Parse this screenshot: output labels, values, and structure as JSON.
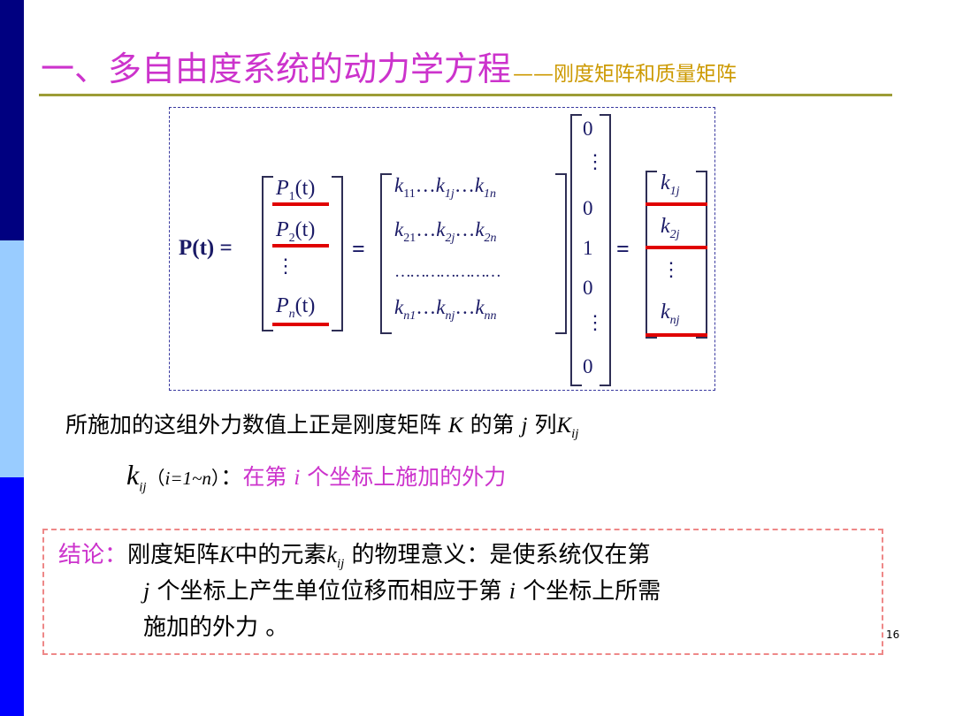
{
  "slide": {
    "title_main": "一、多自由度系统的动力学方程",
    "title_sub": "——刚度矩阵和质量矩阵",
    "page_number": "16"
  },
  "equation": {
    "lhs": "P(t) =",
    "eq1": "=",
    "eq2": "=",
    "p_vector": [
      {
        "base": "P",
        "sub": "1",
        "arg": "(t)"
      },
      {
        "base": "P",
        "sub": "2",
        "arg": "(t)"
      },
      {
        "base": "P",
        "sub": "n",
        "arg": "(t)"
      }
    ],
    "k_matrix_rows": [
      [
        "k",
        "11",
        "…",
        "k",
        "1j",
        "…",
        "k",
        "1n"
      ],
      [
        "k",
        "21",
        "…",
        "k",
        "2j",
        "…",
        "k",
        "2n"
      ],
      [
        "k",
        "n1",
        "…",
        "k",
        "nj",
        "…",
        "k",
        "nn"
      ]
    ],
    "k_matrix_dotted_row": "…………………",
    "unit_vector": [
      "0",
      "0",
      "1",
      "0",
      "0"
    ],
    "result_vector": [
      {
        "base": "k",
        "sub": "1j"
      },
      {
        "base": "k",
        "sub": "2j"
      },
      {
        "base": "k",
        "sub": "nj"
      }
    ]
  },
  "text": {
    "line1_a": "所施加的这组外力数值上正是刚度矩阵 ",
    "line1_K": "K",
    "line1_b": " 的第 ",
    "line1_j": "j",
    "line1_c": " 列",
    "line1_K2": "K",
    "line1_K2_sub": "ij",
    "line2_k": "k",
    "line2_k_sub": "ij",
    "line2_range_open": "（",
    "line2_range": "i=1~n",
    "line2_range_close": "）",
    "line2_colon": "：",
    "line2_desc_a": "在第 ",
    "line2_desc_i": "i",
    "line2_desc_b": " 个坐标上施加的外力"
  },
  "conclusion": {
    "label": "结论：",
    "l1_a": "刚度矩阵",
    "l1_K": "K",
    "l1_b": "中的元素",
    "l1_k": "k",
    "l1_k_sub": "ij",
    "l1_c": " 的物理意义：是使系统仅在第",
    "l2_j": "j",
    "l2_a": " 个坐标上产生单位位移而相应于第 ",
    "l2_i": "i",
    "l2_b": " 个坐标上所需",
    "l3": "施加的外力 。"
  },
  "colors": {
    "accent_magenta": "#cc33cc",
    "accent_gold": "#cc9900",
    "underline_red": "#e00000",
    "sidebar_navy": "#000080",
    "sidebar_light": "#99ccff",
    "sidebar_blue": "#0000ff"
  }
}
